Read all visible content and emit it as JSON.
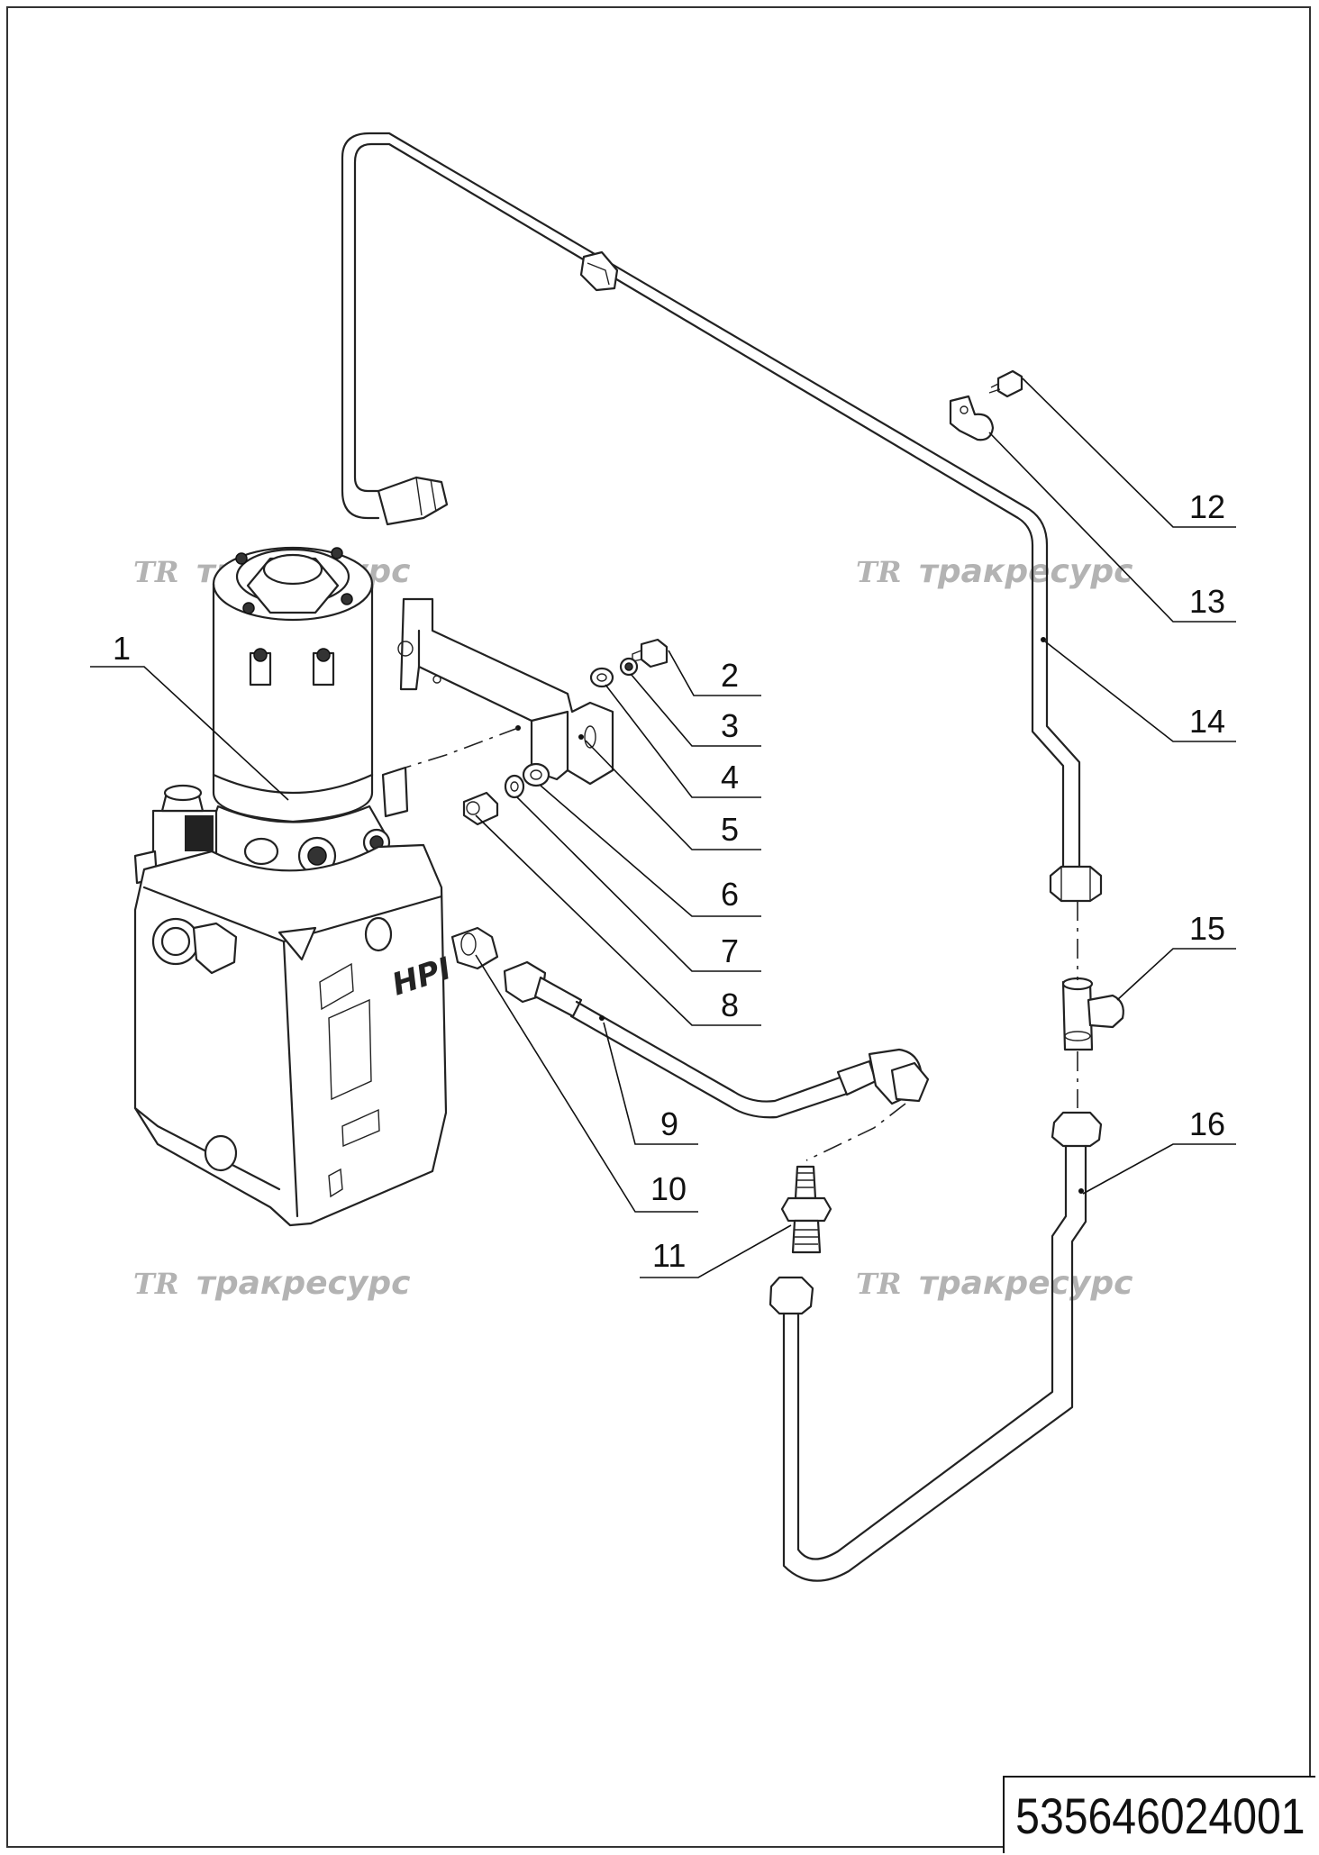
{
  "watermark": {
    "logo": "TR",
    "text": "тракресурс"
  },
  "document": {
    "part_number": "535646024001"
  },
  "pump_unit": {
    "brand_label": "HPI"
  },
  "callouts": [
    {
      "id": "callout-1",
      "label": "1"
    },
    {
      "id": "callout-2",
      "label": "2"
    },
    {
      "id": "callout-3",
      "label": "3"
    },
    {
      "id": "callout-4",
      "label": "4"
    },
    {
      "id": "callout-5",
      "label": "5"
    },
    {
      "id": "callout-6",
      "label": "6"
    },
    {
      "id": "callout-7",
      "label": "7"
    },
    {
      "id": "callout-8",
      "label": "8"
    },
    {
      "id": "callout-9",
      "label": "9"
    },
    {
      "id": "callout-10",
      "label": "10"
    },
    {
      "id": "callout-11",
      "label": "11"
    },
    {
      "id": "callout-12",
      "label": "12"
    },
    {
      "id": "callout-13",
      "label": "13"
    },
    {
      "id": "callout-14",
      "label": "14"
    },
    {
      "id": "callout-15",
      "label": "15"
    },
    {
      "id": "callout-16",
      "label": "16"
    }
  ]
}
